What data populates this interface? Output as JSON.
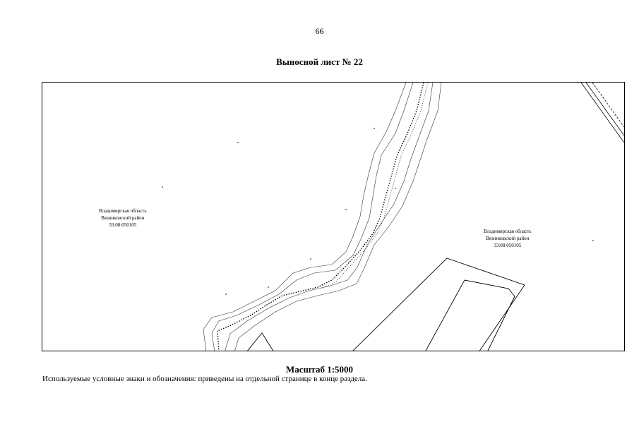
{
  "page": {
    "number": "66",
    "title": "Выносной лист № 22"
  },
  "map": {
    "regions": [
      {
        "line1": "Владимирская область",
        "line2": "Вязниковский район",
        "code": "33:08:050105"
      },
      {
        "line1": "Владимирская область",
        "line2": "Вязниковский район",
        "code": "33:08:050105"
      }
    ],
    "colors": {
      "ink": "#000000",
      "line_gray": "#555555",
      "background": "#ffffff"
    }
  },
  "footer": {
    "scale": "Масштаб 1:5000",
    "legend_note": "Используемые условные знаки и обозначения: приведены на отдельной странице в конце раздела."
  }
}
